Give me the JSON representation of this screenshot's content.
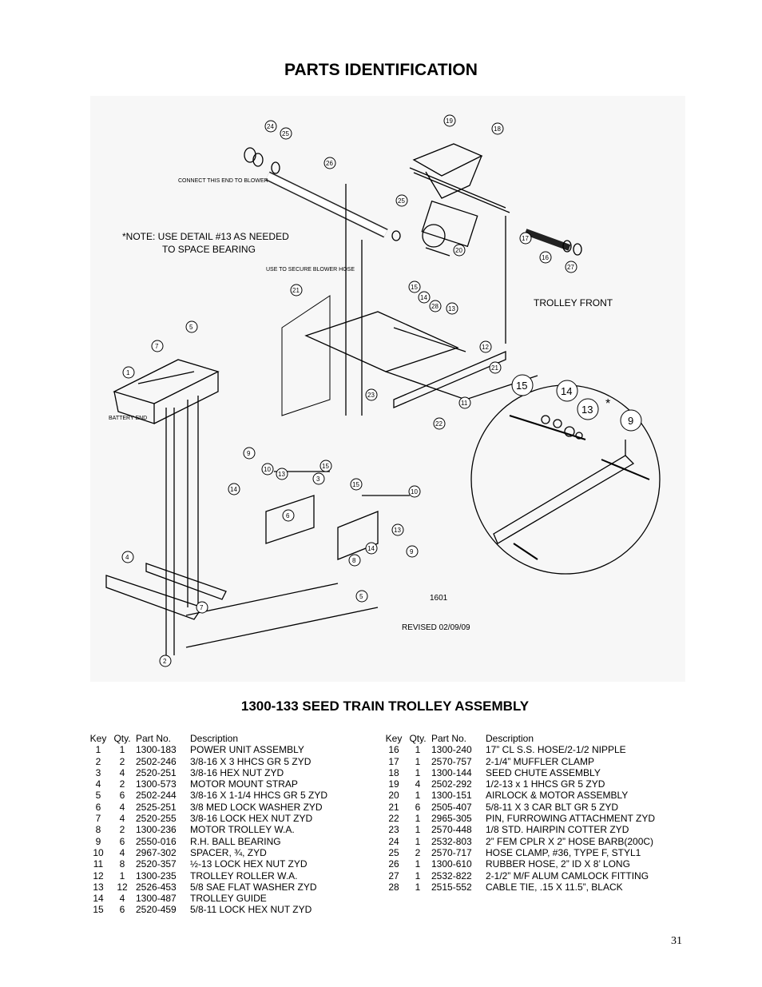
{
  "title": "PARTS IDENTIFICATION",
  "diagram": {
    "note_connect": "CONNECT THIS END TO BLOWER",
    "note_detail": "*NOTE: USE DETAIL #13 AS NEEDED",
    "note_detail2": "TO SPACE BEARING",
    "note_secure": "USE TO SECURE BLOWER HOSE",
    "trolley_front": "TROLLEY FRONT",
    "battery_end": "BATTERY END",
    "drawing_no": "1601",
    "revised": "REVISED 02/09/09",
    "callouts": [
      "24",
      "25",
      "26",
      "19",
      "18",
      "25",
      "17",
      "16",
      "27",
      "20",
      "21",
      "15",
      "14",
      "28",
      "13",
      "7",
      "5",
      "1",
      "12",
      "21",
      "23",
      "11",
      "22",
      "9",
      "10",
      "13",
      "15",
      "3",
      "14",
      "6",
      "15",
      "10",
      "13",
      "14",
      "9",
      "8",
      "4",
      "5",
      "7",
      "2",
      "15",
      "14",
      "13",
      "9"
    ]
  },
  "subtitle": "1300-133  SEED TRAIN TROLLEY ASSEMBLY",
  "headers": {
    "key": "Key",
    "qty": "Qty.",
    "part": "Part No.",
    "desc": "Description"
  },
  "parts_left": [
    {
      "key": "1",
      "qty": "1",
      "part": "1300-183",
      "desc": "POWER UNIT ASSEMBLY"
    },
    {
      "key": "2",
      "qty": "2",
      "part": "2502-246",
      "desc": "3/8-16 X 3 HHCS GR 5 ZYD"
    },
    {
      "key": "3",
      "qty": "4",
      "part": "2520-251",
      "desc": "3/8-16 HEX NUT ZYD"
    },
    {
      "key": "4",
      "qty": "2",
      "part": "1300-573",
      "desc": "MOTOR MOUNT STRAP"
    },
    {
      "key": "5",
      "qty": "6",
      "part": "2502-244",
      "desc": "3/8-16 X 1-1/4 HHCS GR 5 ZYD"
    },
    {
      "key": "6",
      "qty": "4",
      "part": "2525-251",
      "desc": "3/8 MED LOCK WASHER ZYD"
    },
    {
      "key": "7",
      "qty": "4",
      "part": "2520-255",
      "desc": "3/8-16 LOCK HEX NUT ZYD"
    },
    {
      "key": "8",
      "qty": "2",
      "part": "1300-236",
      "desc": "MOTOR TROLLEY W.A."
    },
    {
      "key": "9",
      "qty": "6",
      "part": "2550-016",
      "desc": "R.H. BALL BEARING"
    },
    {
      "key": "10",
      "qty": "4",
      "part": "2967-302",
      "desc": "SPACER, ¾, ZYD"
    },
    {
      "key": "11",
      "qty": "8",
      "part": "2520-357",
      "desc": "½-13 LOCK HEX NUT ZYD"
    },
    {
      "key": "12",
      "qty": "1",
      "part": "1300-235",
      "desc": "TROLLEY ROLLER W.A."
    },
    {
      "key": "13",
      "qty": "12",
      "part": "2526-453",
      "desc": "5/8 SAE FLAT WASHER ZYD"
    },
    {
      "key": "14",
      "qty": "4",
      "part": "1300-487",
      "desc": "TROLLEY GUIDE"
    },
    {
      "key": "15",
      "qty": "6",
      "part": "2520-459",
      "desc": "5/8-11 LOCK HEX NUT ZYD"
    }
  ],
  "parts_right": [
    {
      "key": "16",
      "qty": "1",
      "part": "1300-240",
      "desc": "17” CL S.S. HOSE/2-1/2 NIPPLE"
    },
    {
      "key": "17",
      "qty": "1",
      "part": "2570-757",
      "desc": "2-1/4” MUFFLER CLAMP"
    },
    {
      "key": "18",
      "qty": "1",
      "part": "1300-144",
      "desc": "SEED CHUTE ASSEMBLY"
    },
    {
      "key": "19",
      "qty": "4",
      "part": "2502-292",
      "desc": "1/2-13 x 1 HHCS GR 5 ZYD"
    },
    {
      "key": "20",
      "qty": "1",
      "part": "1300-151",
      "desc": "AIRLOCK & MOTOR ASSEMBLY"
    },
    {
      "key": "21",
      "qty": "6",
      "part": "2505-407",
      "desc": "5/8-11 X 3 CAR BLT GR 5 ZYD"
    },
    {
      "key": "22",
      "qty": "1",
      "part": "2965-305",
      "desc": "PIN, FURROWING ATTACHMENT ZYD"
    },
    {
      "key": "23",
      "qty": "1",
      "part": "2570-448",
      "desc": "1/8 STD. HAIRPIN COTTER ZYD"
    },
    {
      "key": "24",
      "qty": "1",
      "part": "2532-803",
      "desc": "2” FEM CPLR X 2” HOSE BARB(200C)"
    },
    {
      "key": "25",
      "qty": "2",
      "part": "2570-717",
      "desc": "HOSE CLAMP, #36, TYPE F, STYL1"
    },
    {
      "key": "26",
      "qty": "1",
      "part": "1300-610",
      "desc": "RUBBER HOSE, 2” ID X 8’ LONG"
    },
    {
      "key": "27",
      "qty": "1",
      "part": "2532-822",
      "desc": "2-1/2” M/F ALUM CAMLOCK FITTING"
    },
    {
      "key": "28",
      "qty": "1",
      "part": "2515-552",
      "desc": "CABLE TIE, .15 X 11.5”, BLACK"
    }
  ],
  "page_number": "31"
}
